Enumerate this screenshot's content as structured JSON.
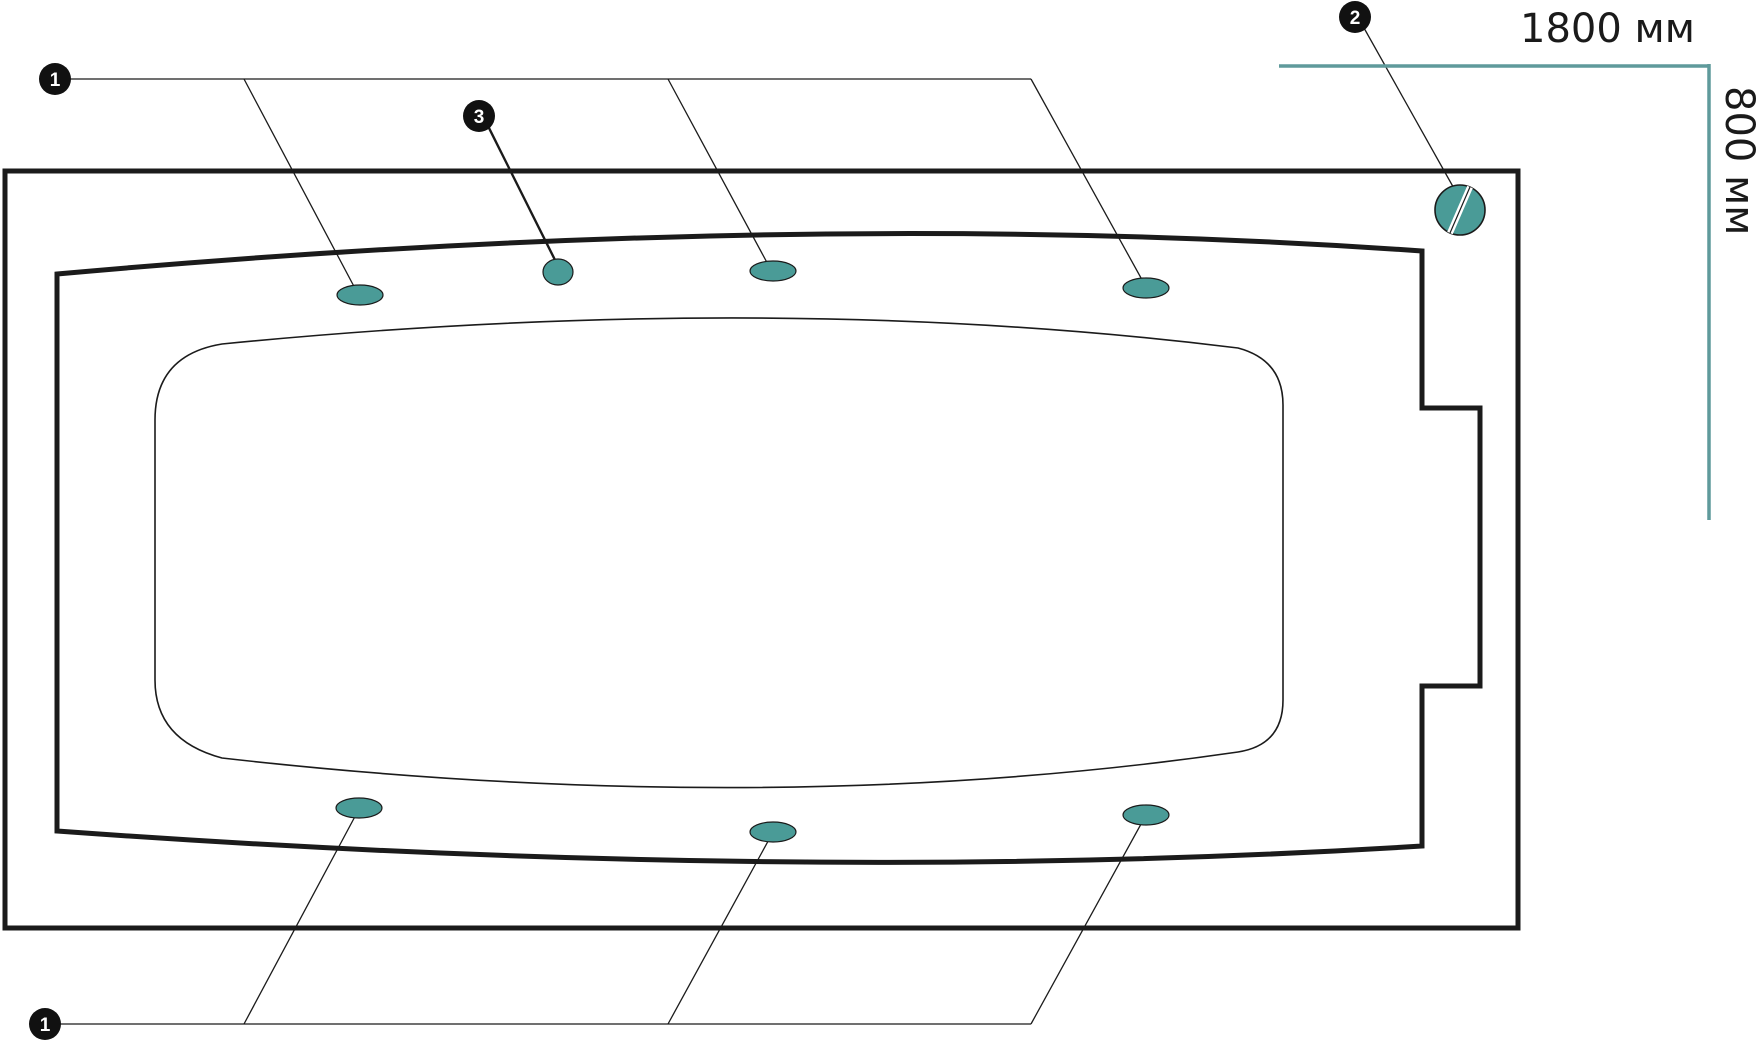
{
  "dimensions": {
    "length_label": "1800 мм",
    "width_label": "800 мм"
  },
  "callouts": {
    "jets": "1",
    "drain": "2",
    "backrest_jet": "3"
  },
  "colors": {
    "accent": "#4a9b97",
    "dimension_line": "#5f9a9b",
    "outline": "#1b1b1b",
    "callout_badge": "#111111"
  },
  "icons": {
    "drain": "drain-overflow-icon",
    "jet": "hydromassage-jet-icon"
  }
}
